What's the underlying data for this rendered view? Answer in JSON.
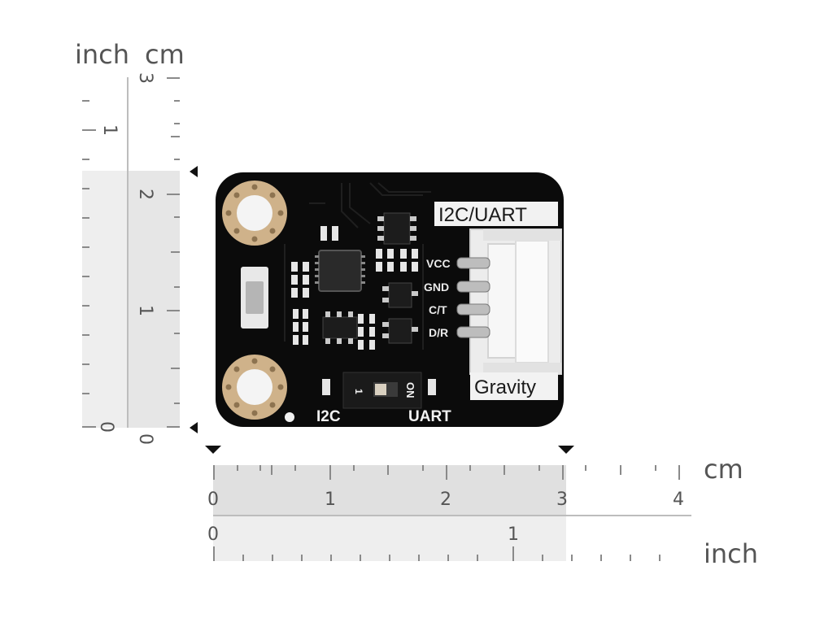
{
  "vertical_ruler": {
    "unit_inch": "inch",
    "unit_cm": "cm",
    "cm_ticks": [
      "0",
      "1",
      "2",
      "3"
    ],
    "inch_ticks": [
      "0",
      "1"
    ]
  },
  "horizontal_ruler": {
    "unit_cm": "cm",
    "unit_inch": "inch",
    "cm_ticks": [
      "0",
      "1",
      "2",
      "3",
      "4"
    ],
    "inch_ticks": [
      "0",
      "1"
    ]
  },
  "board": {
    "connector_label": "I2C/UART",
    "connector_brand": "Gravity",
    "pins": [
      "VCC",
      "GND",
      "C/T",
      "D/R"
    ],
    "switch_left": "I2C",
    "switch_right": "UART",
    "switch_number": "1",
    "switch_on": "ON"
  },
  "colors": {
    "pcb": "#0b0b0b",
    "connector": "#ececec",
    "pad": "#cfb28a",
    "ruler_shade": "#e6e6e6"
  }
}
